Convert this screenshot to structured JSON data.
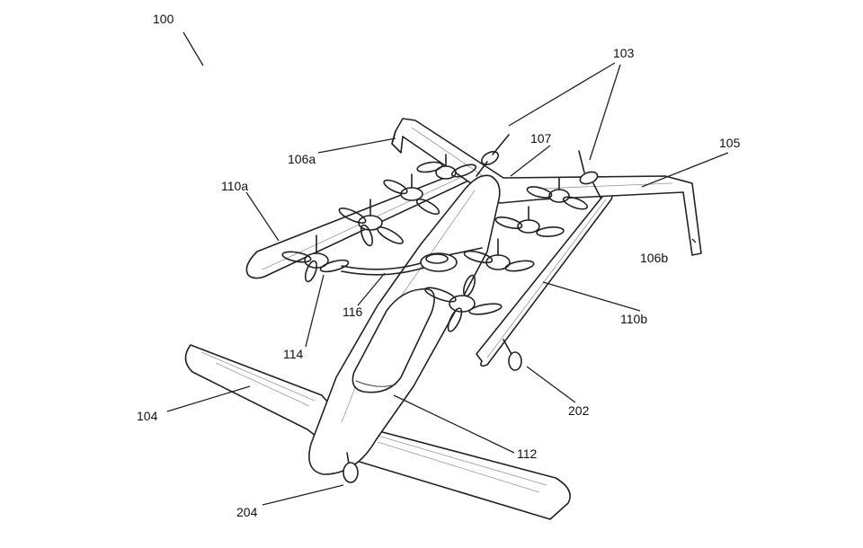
{
  "labels": {
    "l100": "100",
    "l103": "103",
    "l107": "107",
    "l105": "105",
    "l106a": "106a",
    "l106b": "106b",
    "l110a": "110a",
    "l110b": "110b",
    "l116": "116",
    "l114": "114",
    "l104": "104",
    "l202": "202",
    "l112": "112",
    "l204": "204"
  }
}
